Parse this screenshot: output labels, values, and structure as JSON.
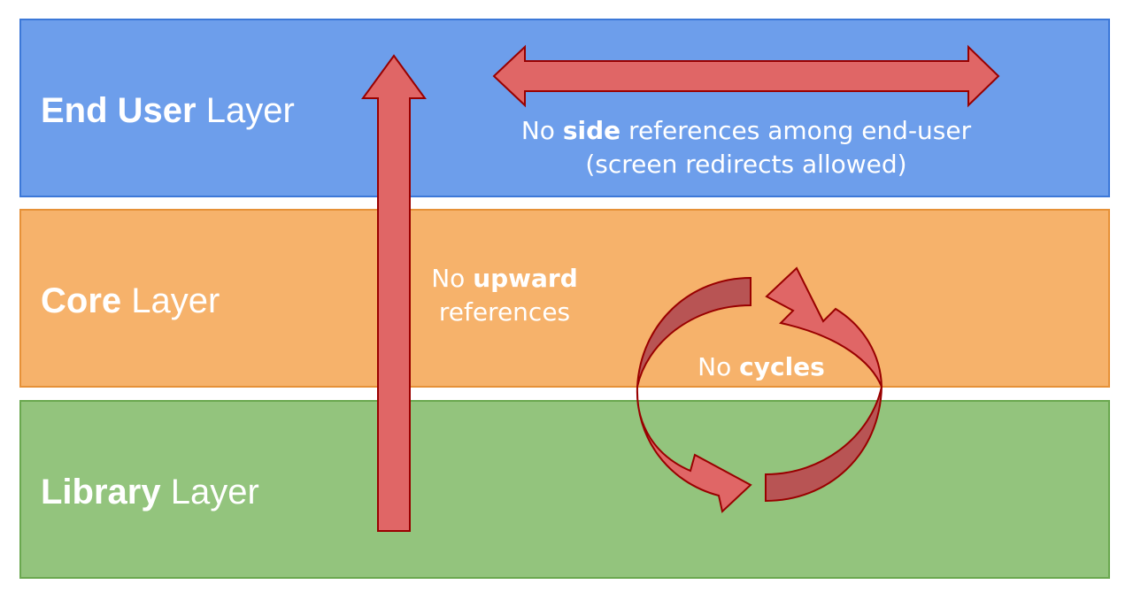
{
  "layers": [
    {
      "id": "end-user",
      "bold": "End User",
      "normal": " Layer",
      "color": "#6d9eeb"
    },
    {
      "id": "core",
      "bold": "Core",
      "normal": " Layer",
      "color": "#f6b26b"
    },
    {
      "id": "library",
      "bold": "Library",
      "normal": " Layer",
      "color": "#93c47d"
    }
  ],
  "notes": {
    "side": {
      "pre": "No ",
      "bold": "side",
      "post": " references among end-user",
      "line2": "(screen redirects allowed)"
    },
    "upward": {
      "pre": "No ",
      "bold": "upward",
      "line2": "references"
    },
    "cycles": {
      "pre": "No ",
      "bold": "cycles"
    }
  },
  "colors": {
    "arrow_fill": "#e06666",
    "arrow_stroke": "#990000",
    "arrow_fold": "#b85454"
  }
}
